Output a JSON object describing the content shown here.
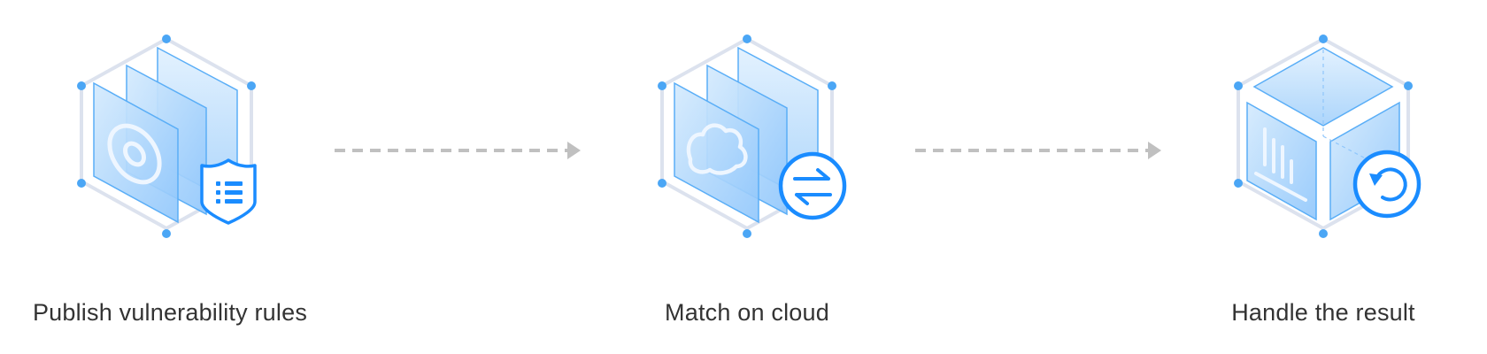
{
  "steps": [
    {
      "label": "Publish vulnerability rules",
      "icon": "shield-list-icon"
    },
    {
      "label": "Match on cloud",
      "icon": "exchange-arrows-icon"
    },
    {
      "label": "Handle the result",
      "icon": "refresh-icon"
    }
  ],
  "colors": {
    "accent": "#1a8cff",
    "node": "#4ba6f5",
    "outline": "#dce2ee",
    "panel_light": "#d6ebfd",
    "panel_dark": "#8fc6fb",
    "connector": "#c0c0c0",
    "text": "#333333"
  }
}
